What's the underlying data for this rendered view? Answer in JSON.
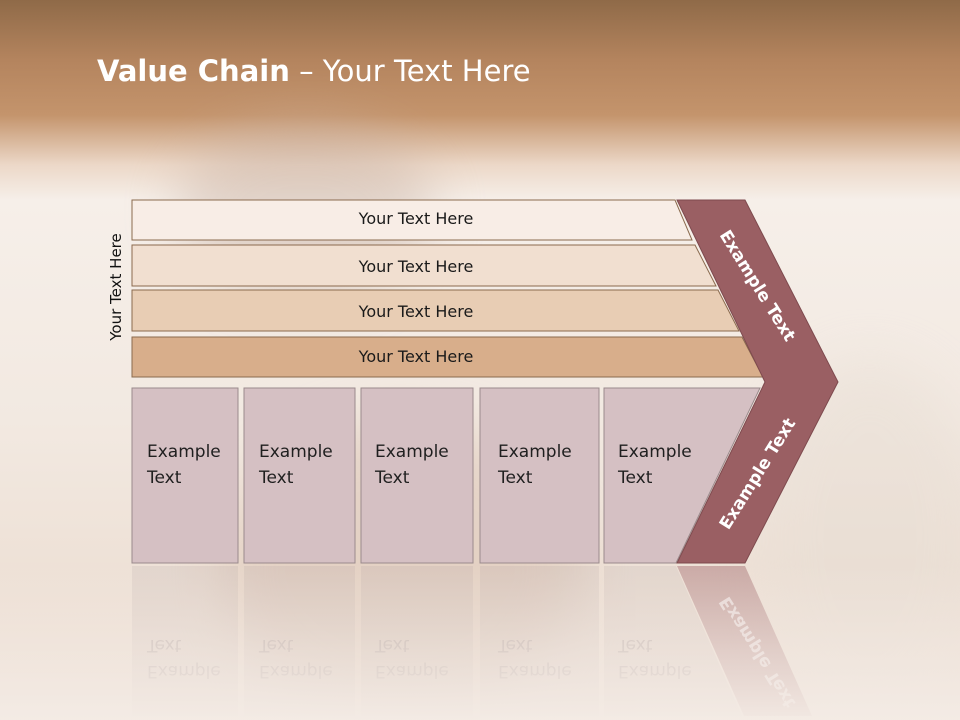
{
  "slide": {
    "title_bold": "Value Chain",
    "title_rest": " – Your Text Here",
    "side_label": "Your Text Here"
  },
  "bars": [
    {
      "label": "Your Text Here",
      "fill": "#f8ede6"
    },
    {
      "label": "Your Text Here",
      "fill": "#f1dfd0"
    },
    {
      "label": "Your Text Here",
      "fill": "#e8cdb4"
    },
    {
      "label": "Your Text Here",
      "fill": "#d8ae8b"
    }
  ],
  "boxes": [
    {
      "line1": "Example",
      "line2": "Text"
    },
    {
      "line1": "Example",
      "line2": "Text"
    },
    {
      "line1": "Example",
      "line2": "Text"
    },
    {
      "line1": "Example",
      "line2": "Text"
    },
    {
      "line1": "Example",
      "line2": "Text"
    }
  ],
  "chevron": {
    "upper_label": "Example Text",
    "lower_label": "Example Text",
    "fill": "#9a5f63"
  },
  "colors": {
    "box_fill": "#d5c0c3",
    "box_border": "#9a8a8c",
    "bar_border": "#8a6a4e"
  }
}
